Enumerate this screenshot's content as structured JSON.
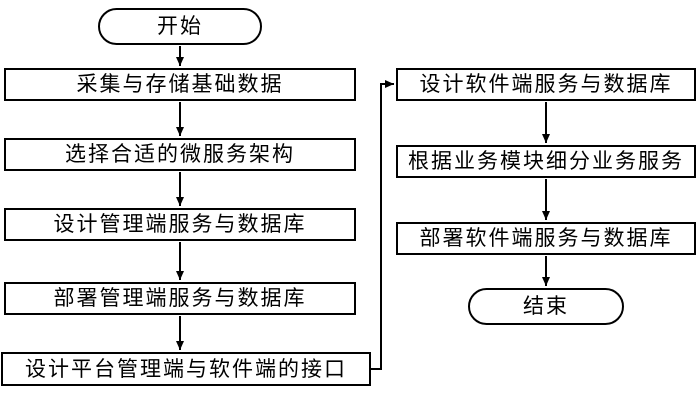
{
  "flowchart": {
    "start_label": "开始",
    "end_label": "结束",
    "left_steps": [
      {
        "label": "采集与存储基础数据"
      },
      {
        "label": "选择合适的微服务架构"
      },
      {
        "label": "设计管理端服务与数据库"
      },
      {
        "label": "部署管理端服务与数据库"
      },
      {
        "label": "设计平台管理端与软件端的接口"
      }
    ],
    "right_steps": [
      {
        "label": "设计软件端服务与数据库"
      },
      {
        "label": "根据业务模块细分业务服务"
      },
      {
        "label": "部署软件端服务与数据库"
      }
    ],
    "colors": {
      "stroke": "#000000",
      "fill": "#ffffff",
      "text": "#000000"
    }
  }
}
